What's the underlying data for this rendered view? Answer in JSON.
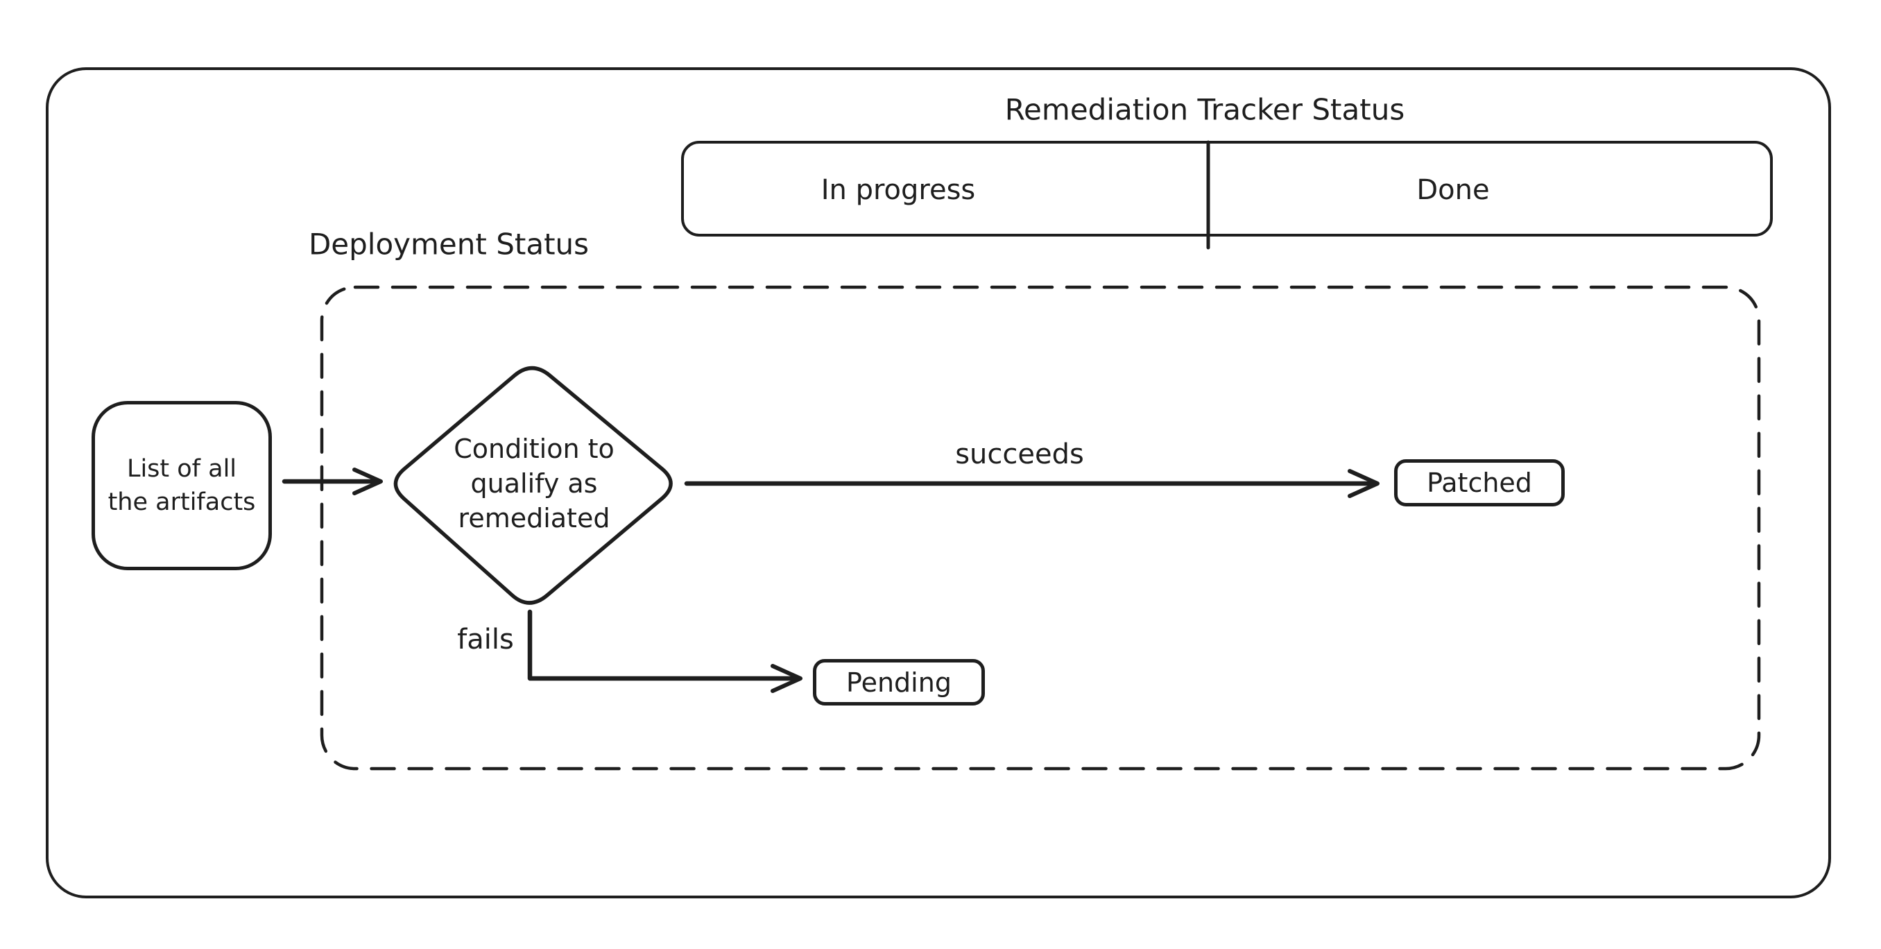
{
  "colors": {
    "stroke": "#1e1e1e",
    "background": "#ffffff"
  },
  "diagram": {
    "title": "Remediation Tracker Status",
    "tracker": {
      "in_progress": "In progress",
      "done": "Done"
    },
    "deployment_group_label": "Deployment Status",
    "nodes": {
      "artifacts": {
        "line1": "List of all",
        "line2": "the artifacts"
      },
      "decision": {
        "line1": "Condition to",
        "line2": "qualify as",
        "line3": "remediated"
      },
      "patched": "Patched",
      "pending": "Pending"
    },
    "edges": {
      "succeeds": "succeeds",
      "fails": "fails"
    }
  }
}
